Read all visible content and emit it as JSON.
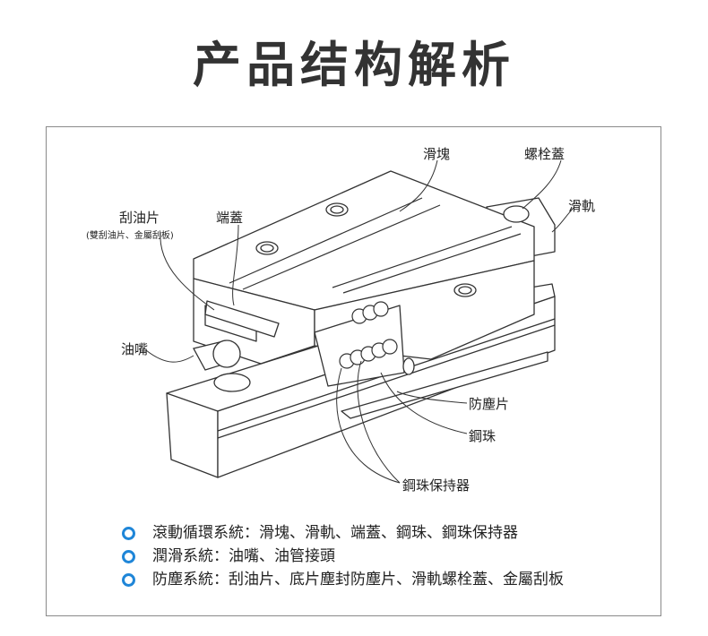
{
  "title": "产品结构解析",
  "labels": {
    "slider": "滑塊",
    "bolt_cap": "螺栓蓋",
    "rail": "滑軌",
    "scraper": "刮油片",
    "scraper_note": "(雙刮油片、金屬刮板)",
    "end_cap": "端蓋",
    "grease_nipple": "油嘴",
    "dust_seal": "防塵片",
    "steel_ball": "鋼珠",
    "ball_retainer": "鋼珠保持器"
  },
  "legend": [
    {
      "text": "滾動循環系統：滑塊、滑軌、端蓋、鋼珠、鋼珠保持器"
    },
    {
      "text": "潤滑系統：油嘴、油管接頭"
    },
    {
      "text": "防塵系統：刮油片、底片塵封防塵片、滑軌螺栓蓋、金屬刮板"
    }
  ],
  "colors": {
    "title": "#333333",
    "bullet": "#1f86d8",
    "frame": "#8a8a8a",
    "line": "#333333"
  }
}
